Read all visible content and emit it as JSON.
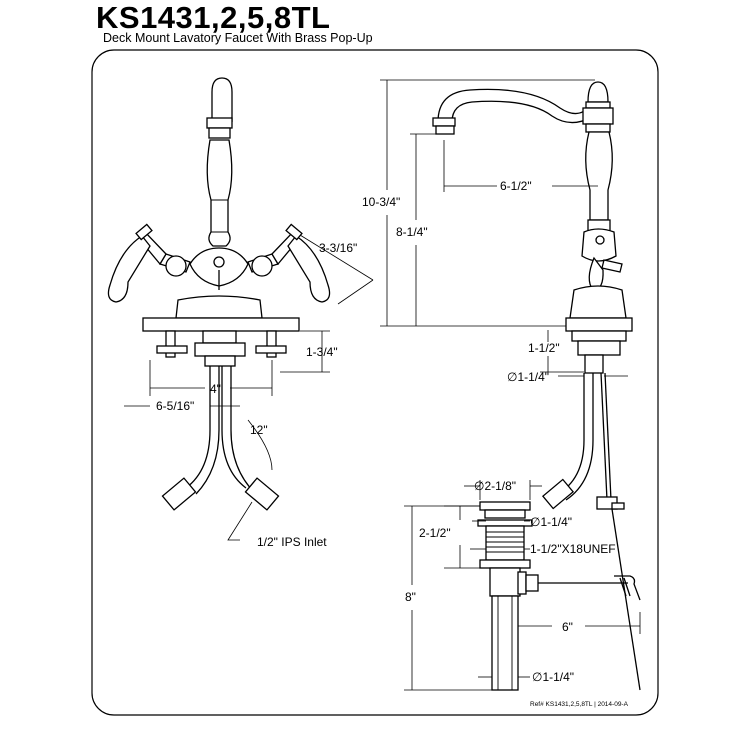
{
  "header": {
    "title": "KS1431,2,5,8TL",
    "subtitle": "Deck Mount Lavatory Faucet With Brass Pop-Up"
  },
  "dimensions": {
    "handle_height": "3-3/16\"",
    "deck_to_nut": "1-3/4\"",
    "center_spacing": "4\"",
    "overall_width": "6-5/16\"",
    "supply_length": "12\"",
    "inlet": "1/2\" IPS Inlet",
    "overall_height": "10-3/4\"",
    "spout_height": "8-1/4\"",
    "spout_reach": "6-1/2\"",
    "shank_length": "1-1/2\"",
    "shank_dia": "∅1-1/4\"",
    "drain_flange_dia": "∅2-1/8\"",
    "drain_body_dia": "∅1-1/4\"",
    "drain_thread_length": "2-1/2\"",
    "drain_thread": "1-1/2\"X18UNEF",
    "drain_height": "8\"",
    "rod_length": "6\"",
    "tailpiece_dia": "∅1-1/4\""
  },
  "footer": {
    "ref": "Ref# KS1431,2,5,8TL | 2014-09-A"
  }
}
